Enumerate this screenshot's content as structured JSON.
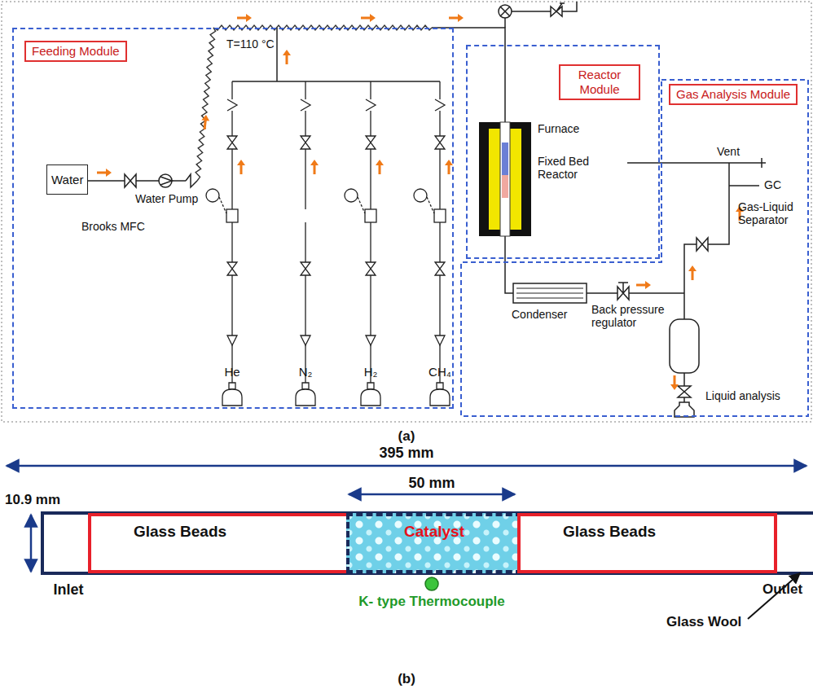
{
  "diagram": {
    "nodes": [
      {
        "text": [
          "Feeding Module"
        ]
      },
      {
        "text": [
          "Water"
        ],
        "in": 0
      },
      {
        "text": [
          "Reactor Module"
        ]
      },
      {
        "text": [
          "Gas Analysis Module"
        ]
      },
      {
        "text": [
          "Glass Beads"
        ]
      },
      {
        "text": [
          "Catalyst"
        ]
      },
      {
        "text": [
          "Glass Beads"
        ]
      }
    ],
    "labels": [
      "T=110 °C",
      "Water Pump",
      "Brooks MFC",
      "He",
      "N₂",
      "H₂",
      "CH₄",
      "Furnace",
      "Fixed Bed Reactor",
      "Vent",
      "GC",
      "Gas-Liquid Separator",
      "Condenser",
      "Back pressure regulator",
      "Liquid analysis",
      "(a)",
      "395 mm",
      "50 mm",
      "10.9 mm",
      "Inlet",
      "K- type Thermocouple",
      "Outlet",
      "Glass Wool",
      "(b)"
    ]
  }
}
